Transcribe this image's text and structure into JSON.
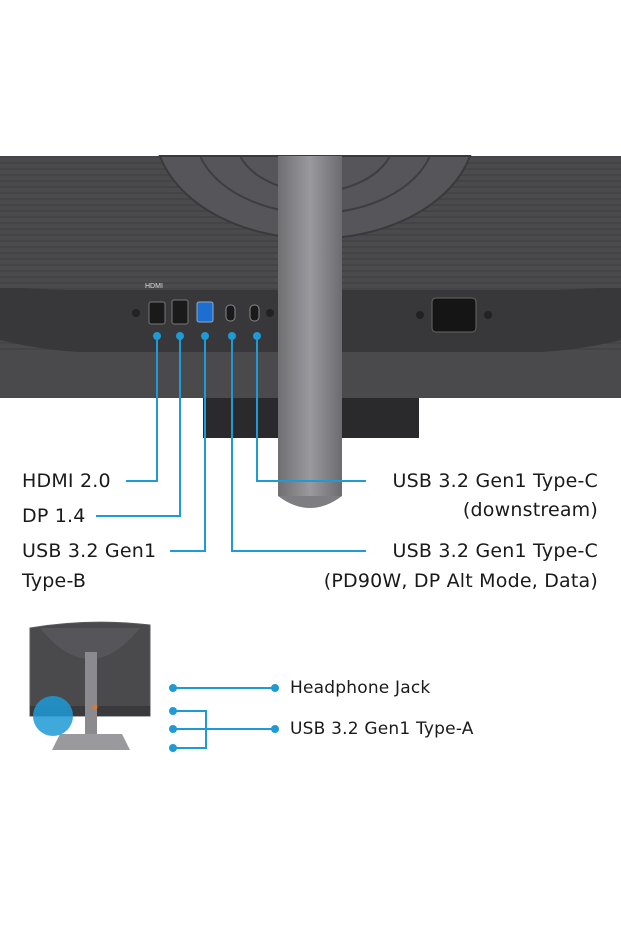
{
  "top_labels": {
    "hdmi": "HDMI 2.0",
    "dp": "DP 1.4",
    "usb_b_line1": "USB 3.2 Gen1",
    "usb_b_line2": "Type-B",
    "usbc_down_line1": "USB 3.2 Gen1 Type-C",
    "usbc_down_line2": "(downstream)",
    "usbc_pd_line1": "USB 3.2 Gen1 Type-C",
    "usbc_pd_line2": "(PD90W, DP Alt Mode, Data)"
  },
  "port_markings": {
    "hdmi": "HDMI"
  },
  "bottom_labels": {
    "headphone": "Headphone Jack",
    "usb_a": "USB 3.2 Gen1 Type-A"
  },
  "colors": {
    "accent": "#1e9ad6",
    "monitor_body": "#4a4a4c",
    "stand": "#8a8a8e"
  }
}
